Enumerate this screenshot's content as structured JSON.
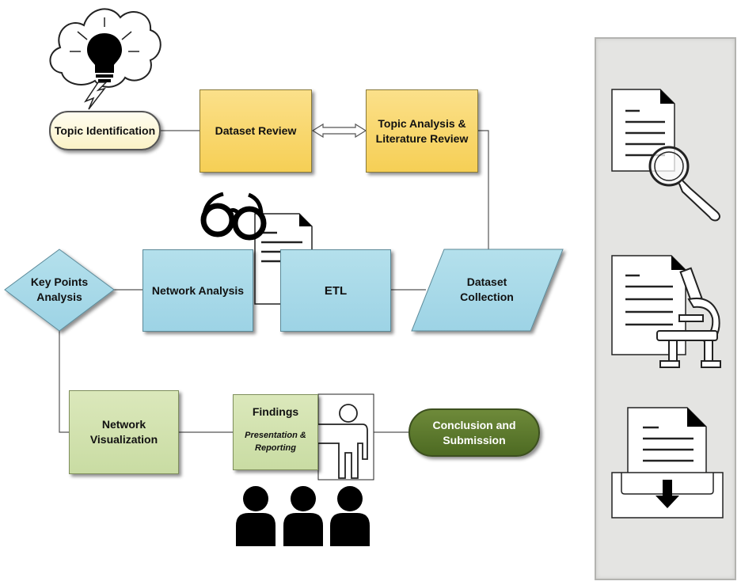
{
  "nodes": {
    "topic_identification": "Topic Identification",
    "dataset_review": "Dataset Review",
    "topic_analysis": "Topic Analysis & Literature Review",
    "dataset_collection": "Dataset Collection",
    "etl": "ETL",
    "network_analysis": "Network Analysis",
    "key_points": "Key Points Analysis",
    "network_visualization": "Network Visualization",
    "findings_title": "Findings",
    "findings_subtitle": "Presentation & Reporting",
    "conclusion": "Conclusion and Submission"
  },
  "colors": {
    "yellow": "#f6cf55",
    "blue": "#9dd3e5",
    "green": "#c9dca3",
    "olive": "#4d6a22",
    "cream": "#fbf2c6",
    "sidebar": "#e4e4e2"
  },
  "icons": [
    "lightbulb-cloud-icon",
    "glasses-icon",
    "document-icon",
    "presenter-icon",
    "audience-icon",
    "document-search-icon",
    "document-microscope-icon",
    "document-inbox-download-icon"
  ]
}
